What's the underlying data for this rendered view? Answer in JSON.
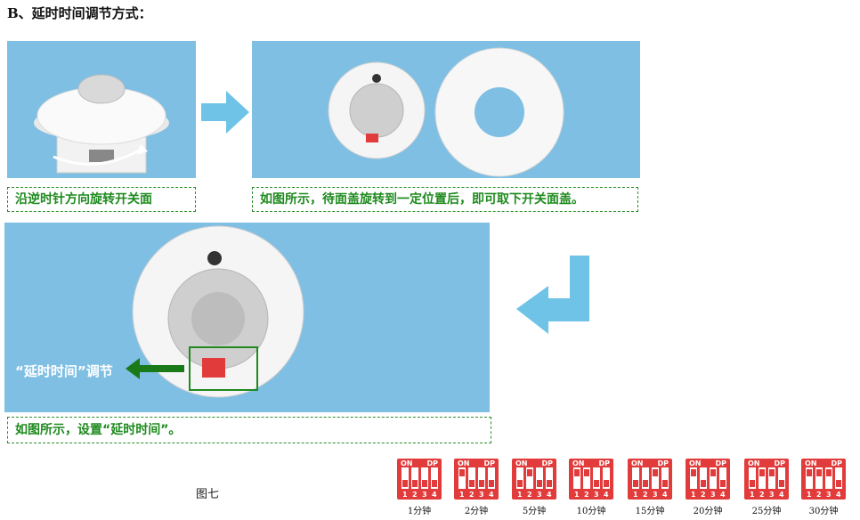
{
  "section_title": "B、延时时间调节方式：",
  "captions": {
    "c1": "沿逆时针方向旋转开关面",
    "c2": "如图所示，待面盖旋转到一定位置后，即可取下开关面盖。",
    "c3": "如图所示，设置“延时时间”。"
  },
  "photo_label": "“延时时间”调节",
  "figure_label": "图七",
  "dip_switches": [
    {
      "on_text": "ON",
      "dp_text": "DP",
      "numbers": [
        "1",
        "2",
        "3",
        "4"
      ],
      "state": [
        0,
        0,
        0,
        0
      ],
      "label": "1分钟"
    },
    {
      "on_text": "ON",
      "dp_text": "DP",
      "numbers": [
        "1",
        "2",
        "3",
        "4"
      ],
      "state": [
        1,
        0,
        0,
        0
      ],
      "label": "2分钟"
    },
    {
      "on_text": "ON",
      "dp_text": "DP",
      "numbers": [
        "1",
        "2",
        "3",
        "4"
      ],
      "state": [
        0,
        1,
        0,
        0
      ],
      "label": "5分钟"
    },
    {
      "on_text": "ON",
      "dp_text": "DP",
      "numbers": [
        "1",
        "2",
        "3",
        "4"
      ],
      "state": [
        1,
        1,
        0,
        0
      ],
      "label": "10分钟"
    },
    {
      "on_text": "ON",
      "dp_text": "DP",
      "numbers": [
        "1",
        "2",
        "3",
        "4"
      ],
      "state": [
        0,
        0,
        1,
        0
      ],
      "label": "15分钟"
    },
    {
      "on_text": "ON",
      "dp_text": "DP",
      "numbers": [
        "1",
        "2",
        "3",
        "4"
      ],
      "state": [
        1,
        0,
        1,
        0
      ],
      "label": "20分钟"
    },
    {
      "on_text": "ON",
      "dp_text": "DP",
      "numbers": [
        "1",
        "2",
        "3",
        "4"
      ],
      "state": [
        0,
        1,
        1,
        0
      ],
      "label": "25分钟"
    },
    {
      "on_text": "ON",
      "dp_text": "DP",
      "numbers": [
        "1",
        "2",
        "3",
        "4"
      ],
      "state": [
        1,
        1,
        1,
        0
      ],
      "label": "30分钟"
    }
  ],
  "colors": {
    "photo_bg": "#7fbfe3",
    "arrow": "#6ec3e6",
    "caption_green": "#1e8a1e",
    "dip_red": "#e23b3b"
  }
}
